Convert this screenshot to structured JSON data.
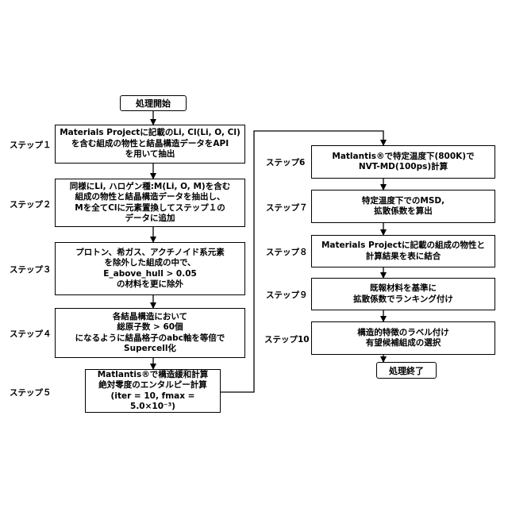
{
  "start": "処理開始",
  "end": "処理終了",
  "steps": [
    {
      "label": "ステップ１",
      "text": "Materials Projectに記載のLi, Cl(Li, O, Cl)\nを含む組成の物性と結晶構造データをAPI\nを用いて抽出"
    },
    {
      "label": "ステップ２",
      "text": "同様にLi, ハロゲン種:M(Li, O, M)を含む\n組成の物性と結晶構造データを抽出し、\nMを全てClに元素置換してステップ１の\nデータに追加"
    },
    {
      "label": "ステップ３",
      "text": "プロトン、希ガス、アクチノイド系元素\nを除外した組成の中で、\nE_above_hull > 0.05\nの材料を更に除外"
    },
    {
      "label": "ステップ４",
      "text": "各結晶構造において\n総原子数 > 60個\nになるように結晶格子のabc軸を等倍で\nSupercell化"
    },
    {
      "label": "ステップ５",
      "text": "Matlantis®で構造緩和計算\n絶対零度のエンタルピー計算\n(iter = 10, fmax = 5.0×10⁻³)"
    },
    {
      "label": "ステップ6",
      "text": "Matlantis®で特定温度下(800K)で\nNVT-MD(100ps)計算"
    },
    {
      "label": "ステップ７",
      "text": "特定温度下でのMSD,\n拡散係数を算出"
    },
    {
      "label": "ステップ８",
      "text": "Materials Projectに記載の組成の物性と\n計算結果を表に結合"
    },
    {
      "label": "ステップ９",
      "text": "既報材料を基準に\n拡散係数でランキング付け"
    },
    {
      "label": "ステップ10",
      "text": "構造的特徴のラベル付け\n有望候補組成の選択"
    }
  ]
}
